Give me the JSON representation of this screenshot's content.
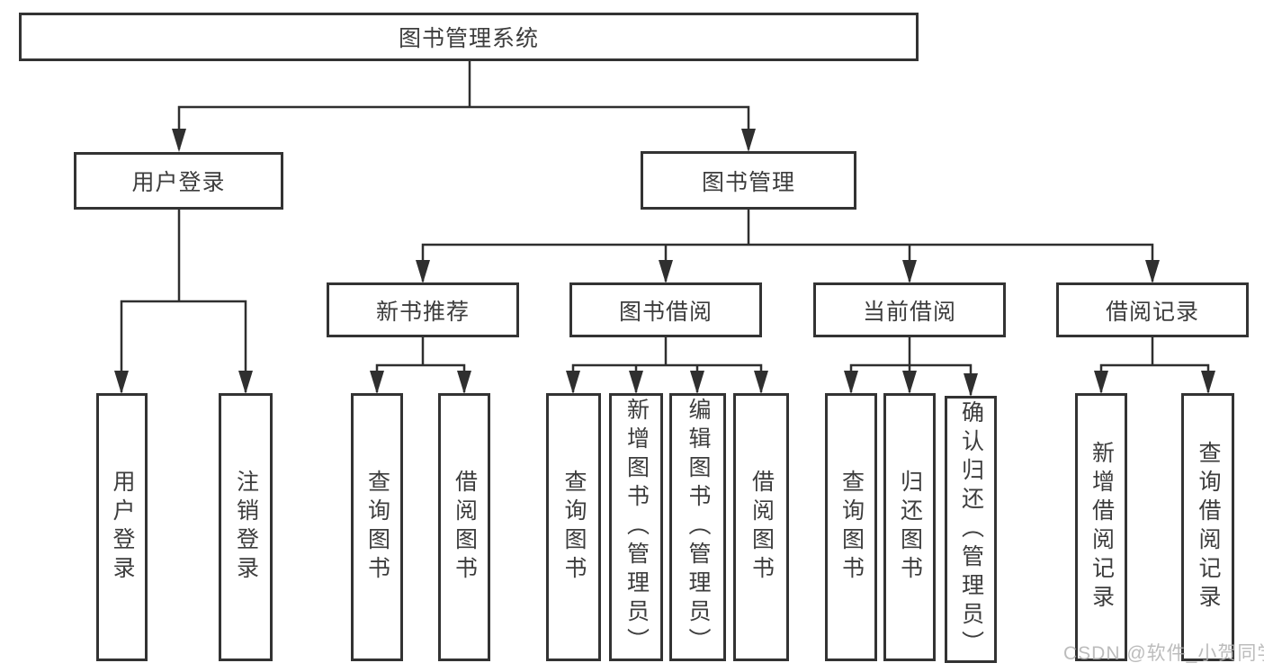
{
  "colors": {
    "background": "#ffffff",
    "box_border": "#333333",
    "box_fill": "#ffffff",
    "connector_line": "#2f2f2f",
    "text": "#3d3d3d",
    "watermark": "#b0b0b0"
  },
  "tree": {
    "root": {
      "label": "图书管理系统"
    },
    "branches": [
      {
        "label": "用户登录",
        "children": [
          {
            "label": "用户登录"
          },
          {
            "label": "注销登录"
          }
        ]
      },
      {
        "label": "图书管理",
        "groups": [
          {
            "label": "新书推荐",
            "children": [
              {
                "label": "查询图书"
              },
              {
                "label": "借阅图书"
              }
            ]
          },
          {
            "label": "图书借阅",
            "children": [
              {
                "label": "查询图书"
              },
              {
                "label": "新增图书（管理员）"
              },
              {
                "label": "编辑图书（管理员）"
              },
              {
                "label": "借阅图书"
              }
            ]
          },
          {
            "label": "当前借阅",
            "children": [
              {
                "label": "查询图书"
              },
              {
                "label": "归还图书"
              },
              {
                "label": "确认归还（管理员）"
              }
            ]
          },
          {
            "label": "借阅记录",
            "children": [
              {
                "label": "新增借阅记录"
              },
              {
                "label": "查询借阅记录"
              }
            ]
          }
        ]
      }
    ]
  },
  "watermark": {
    "text": "CSDN @软件_小贺同学"
  }
}
